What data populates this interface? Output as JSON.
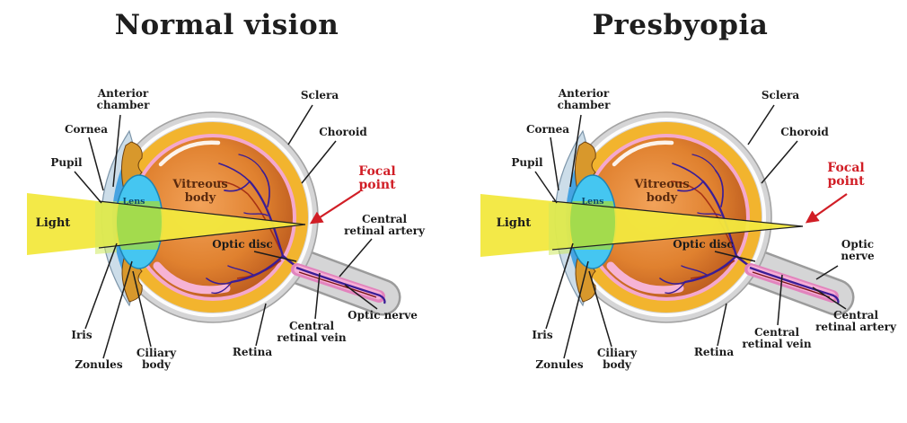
{
  "panels": [
    {
      "title": "Normal vision",
      "labels": {
        "anterior_chamber": "Anterior\nchamber",
        "cornea": "Cornea",
        "pupil": "Pupil",
        "light": "Light",
        "lens": "Lens",
        "vitreous_body": "Vitreous\nbody",
        "optic_disc": "Optic disc",
        "iris": "Iris",
        "zonules": "Zonules",
        "ciliary_body": "Ciliary\nbody",
        "retina": "Retina",
        "central_retinal_vein": "Central\nretinal vein",
        "optic_nerve": "Optic nerve",
        "central_retinal_artery": "Central\nretinal artery",
        "sclera": "Sclera",
        "choroid": "Choroid",
        "focal_point": "Focal\npoint"
      }
    },
    {
      "title": "Presbyopia",
      "labels": {
        "anterior_chamber": "Anterior\nchamber",
        "cornea": "Cornea",
        "pupil": "Pupil",
        "light": "Light",
        "lens": "Lens",
        "vitreous_body": "Vitreous\nbody",
        "optic_disc": "Optic disc",
        "iris": "Iris",
        "zonules": "Zonules",
        "ciliary_body": "Ciliary\nbody",
        "retina": "Retina",
        "central_retinal_vein": "Central\nretinal vein",
        "optic_nerve": "Optic\nnerve",
        "central_retinal_artery": "Central\nretinal artery",
        "sclera": "Sclera",
        "choroid": "Choroid",
        "focal_point": "Focal\npoint"
      }
    }
  ],
  "colors": {
    "focal_point_red": "#d11e26",
    "label_black": "#1b1b1b",
    "vitreous_label_brown": "#5a2a0e",
    "lens_label_blue": "#0c4a6e",
    "sclera_gray": "#d5d5d6",
    "choroid_gold": "#f2b42e",
    "retina_pink": "#f4a8cd",
    "vitreous_orange": "#dd7b2f",
    "lens_blue": "#45c6f1",
    "iris_gold": "#d8982c",
    "light_beam_yellow": "#f2e83e",
    "vessel_purple": "#3a1d96",
    "vessel_red": "#a02a12"
  }
}
